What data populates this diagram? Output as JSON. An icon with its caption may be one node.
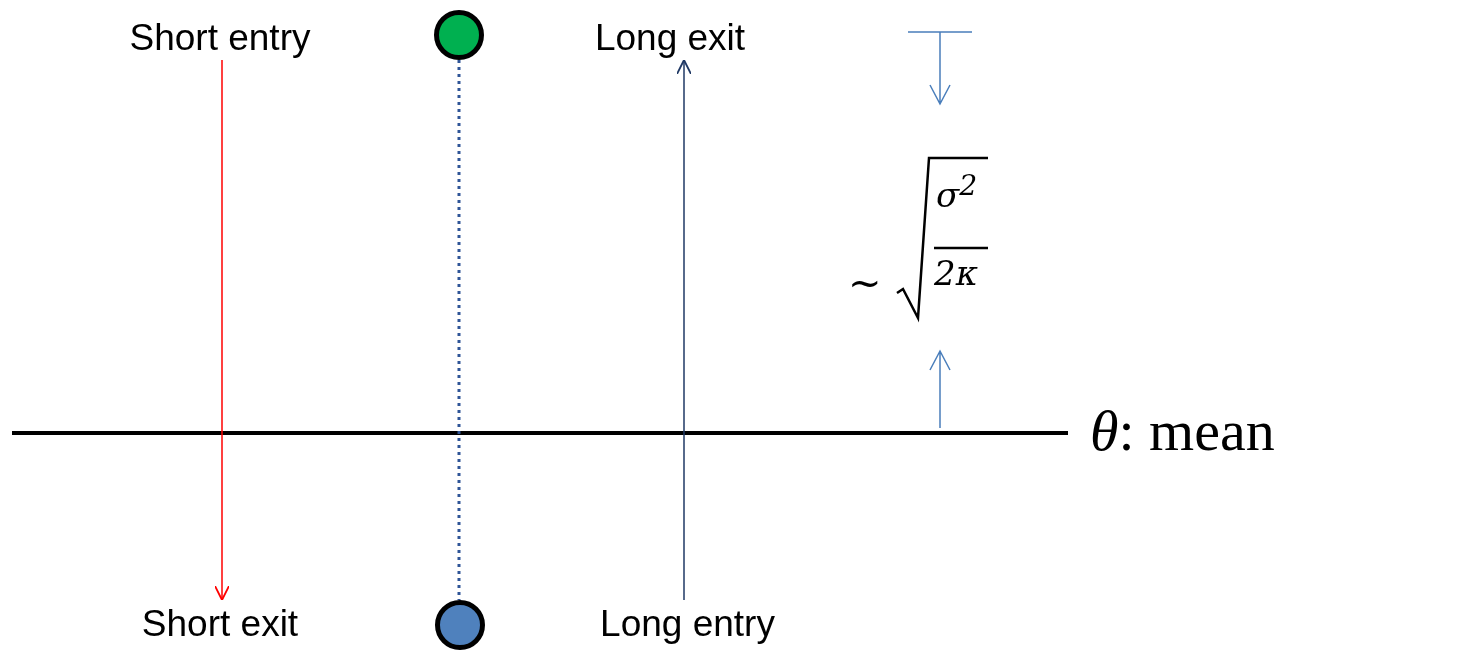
{
  "diagram": {
    "nodes": [
      {
        "text": [
          "Short entry"
        ]
      },
      {
        "text": [],
        "shape": "circle"
      },
      {
        "text": [
          "Long exit"
        ]
      },
      {
        "text": [
          "Short exit"
        ]
      },
      {
        "text": [],
        "shape": "circle"
      },
      {
        "text": [
          "Long entry"
        ]
      }
    ],
    "edges": [
      {
        "from": 0,
        "to": 3,
        "arrow": "to",
        "color": "#ff0000"
      },
      {
        "from": 5,
        "to": 2,
        "arrow": "to",
        "color": "#1f3864"
      },
      {
        "from": 1,
        "to": 4,
        "arrow": "none",
        "style": "dashed",
        "color": "#2f5597"
      }
    ],
    "labels": [
      "~",
      "σ$^{2}$",
      "2κ",
      "*θ*: mean"
    ]
  }
}
